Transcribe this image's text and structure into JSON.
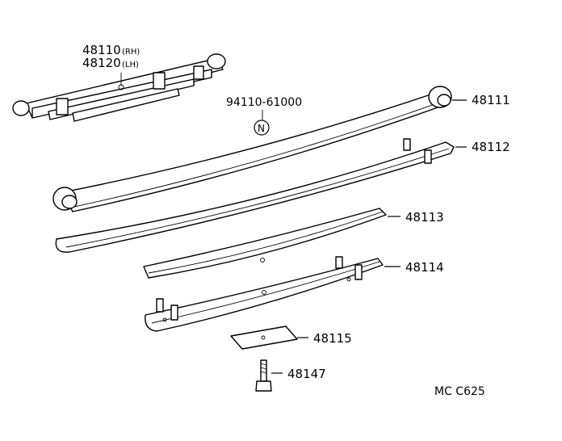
{
  "labels": {
    "assembly_rh_number": "48110",
    "assembly_rh_suffix": "(RH)",
    "assembly_lh_number": "48120",
    "assembly_lh_suffix": "(LH)",
    "bolt_part": "94110-61000",
    "bolt_marker": "N",
    "leaf_1": "48111",
    "leaf_2": "48112",
    "leaf_3": "48113",
    "leaf_4": "48114",
    "spacer": "48115",
    "center_bolt": "48147",
    "diagram_code": "MC  C625"
  }
}
